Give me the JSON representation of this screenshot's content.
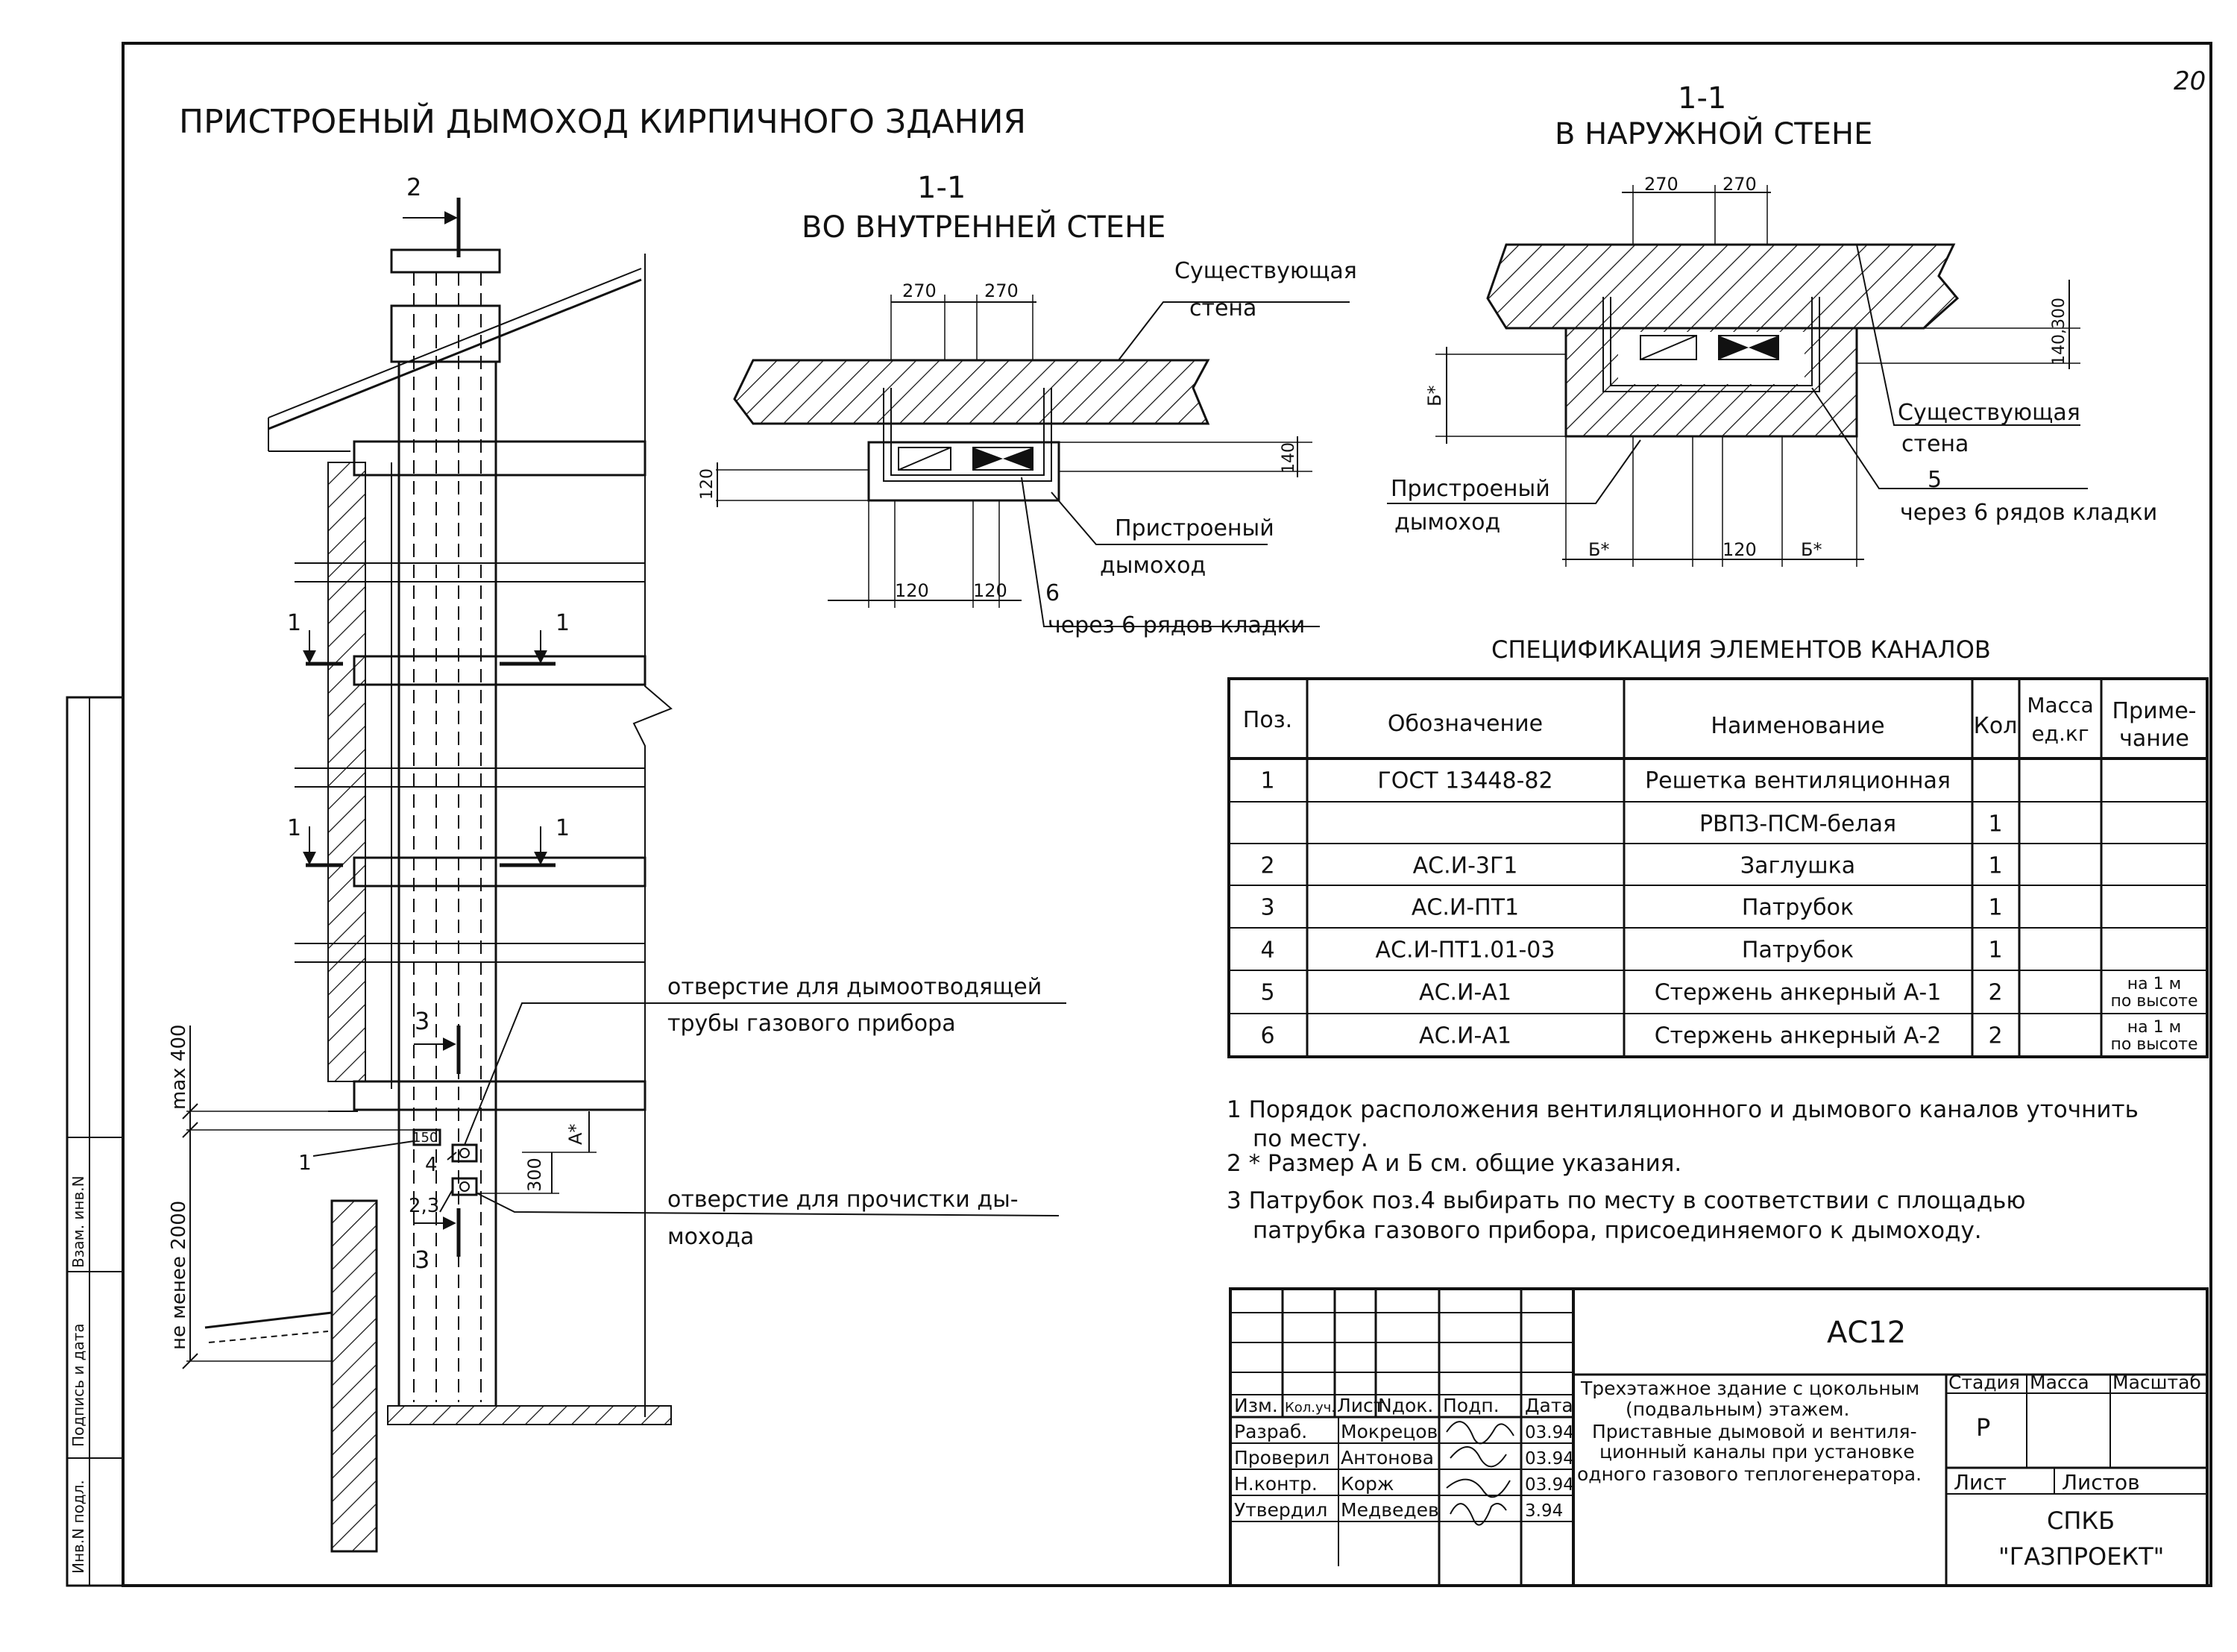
{
  "sheet": {
    "page_number": "20",
    "main_title": "ПРИСТРОЕНЫЙ ДЫМОХОД КИРПИЧНОГО ЗДАНИЯ"
  },
  "elevation": {
    "section_mark_2": "2",
    "section_mark_3_top": "3",
    "section_mark_3_bottom": "3",
    "section_1_left_a": "1",
    "section_1_right_a": "1",
    "section_1_left_b": "1",
    "section_1_right_b": "1",
    "dim_max": "max 400",
    "dim_min": "не менее 2000",
    "dim_300": "300",
    "dim_A": "А*",
    "dim_150": "150",
    "callout_1": "1",
    "callout_4": "4",
    "callout_23": "2,3",
    "label_flue_opening_l1": "отверстие для дымоотводящей",
    "label_flue_opening_l2": "трубы газового прибора",
    "label_cleanout_l1": "отверстие для прочистки ды-",
    "label_cleanout_l2": "мохода"
  },
  "section_inner": {
    "mark": "1-1",
    "title": "ВО ВНУТРЕННЕЙ СТЕНЕ",
    "dim_top_left": "270",
    "dim_top_right": "270",
    "dim_bottom_left": "120",
    "dim_bottom_right": "120",
    "dim_left": "120",
    "dim_right": "140",
    "wall_label_l1": "Существующая",
    "wall_label_l2": "стена",
    "flue_label_l1": "Пристроеный",
    "flue_label_l2": "дымоход",
    "callout_6": "6",
    "callout_6_note": "через 6 рядов кладки"
  },
  "section_outer": {
    "mark": "1-1",
    "title": "В НАРУЖНОЙ СТЕНЕ",
    "dim_top_left": "270",
    "dim_top_right": "270",
    "dim_right": "140,300",
    "dim_left": "Б*",
    "dim_bottom_left": "Б*",
    "dim_bottom_mid": "120",
    "dim_bottom_right": "Б*",
    "wall_label_l1": "Существующая",
    "wall_label_l2": "стена",
    "flue_label_l1": "Пристроеный",
    "flue_label_l2": "дымоход",
    "callout_5": "5",
    "callout_5_note": "через 6 рядов кладки"
  },
  "spec": {
    "title": "СПЕЦИФИКАЦИЯ ЭЛЕМЕНТОВ КАНАЛОВ",
    "headers": [
      "Поз.",
      "Обозначение",
      "Наименование",
      "Кол",
      "Масса ед.кг",
      "Приме- чание"
    ],
    "rows": [
      [
        "1",
        "ГОСТ 13448-82",
        "Решетка вентиляционная",
        "",
        "",
        ""
      ],
      [
        "",
        "",
        "РВПЗ-ПСМ-белая",
        "1",
        "",
        ""
      ],
      [
        "2",
        "АС.И-3Г1",
        "Заглушка",
        "1",
        "",
        ""
      ],
      [
        "3",
        "АС.И-ПТ1",
        "Патрубок",
        "1",
        "",
        ""
      ],
      [
        "4",
        "АС.И-ПТ1.01-03",
        "Патрубок",
        "1",
        "",
        ""
      ],
      [
        "5",
        "АС.И-А1",
        "Стержень анкерный А-1",
        "2",
        "",
        "на 1 м по высоте"
      ],
      [
        "6",
        "АС.И-А1",
        "Стержень анкерный А-2",
        "2",
        "",
        "на 1 м по высоте"
      ]
    ]
  },
  "notes": [
    "1 Порядок расположения вентиляционного и дымового каналов уточнить",
    "по месту.",
    "2 * Размер А и Б см. общие указания.",
    "3 Патрубок поз.4 выбирать по месту в соответствии с площадью",
    "патрубка газового прибора, присоединяемого к дымоходу."
  ],
  "stamp": {
    "code": "АС12",
    "desc": [
      "Трехэтажное здание с цокольным",
      "(подвальным) этажем.",
      "Приставные дымовой и вентиля-",
      "ционный каналы при установке",
      "одного газового теплогенератора."
    ],
    "col_headers": [
      "Изм.",
      "Кол.уч.",
      "Лист",
      "Nдок.",
      "Подп.",
      "Дата"
    ],
    "people": [
      {
        "role": "Разраб.",
        "name": "Мокрецов",
        "date": "03.94"
      },
      {
        "role": "Проверил",
        "name": "Антонова",
        "date": "03.94"
      },
      {
        "role": "Н.контр.",
        "name": "Корж",
        "date": "03.94"
      },
      {
        "role": "Утвердил",
        "name": "Медведев",
        "date": "3.94"
      }
    ],
    "stage_label": "Стадия",
    "mass_label": "Масса",
    "scale_label": "Масштаб",
    "stage_value": "Р",
    "sheet_label": "Лист",
    "sheets_label": "Листов",
    "org_l1": "СПКБ",
    "org_l2": "\"ГАЗПРОЕКТ\""
  },
  "margin": {
    "inv_podl": "Инв.N подл.",
    "podpis": "Подпись и дата",
    "vzam": "Взам. инв.N"
  }
}
